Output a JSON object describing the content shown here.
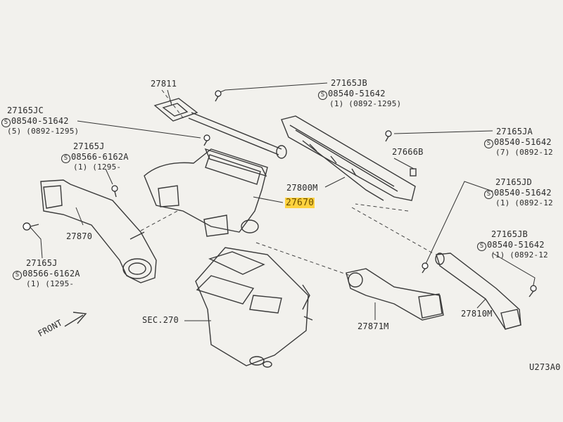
{
  "diagram": {
    "callouts": {
      "p27811": "27811",
      "jb_top_code": "27165JB",
      "jb_top_spec": "08540-51642",
      "jb_top_qty": "(1) (0892-1295)",
      "jc_code": "27165JC",
      "jc_spec": "08540-51642",
      "jc_qty": "(5) (0892-1295)",
      "ja_code": "27165JA",
      "ja_spec": "08540-51642",
      "ja_qty": "(7) (0892-12",
      "j_upper_code": "27165J",
      "j_upper_spec": "08566-6162A",
      "j_upper_qty": "(1) (1295-",
      "p27666b": "27666B",
      "p27800m": "27800M",
      "p27670": "27670",
      "jd_code": "27165JD",
      "jd_spec": "08540-51642",
      "jd_qty": "(1) (0892-12",
      "p27870": "27870",
      "jb_mid_code": "27165JB",
      "jb_mid_spec": "08540-51642",
      "jb_mid_qty": "(1) (0892-12",
      "j_lower_code": "27165J",
      "j_lower_spec": "08566-6162A",
      "j_lower_qty": "(1) (1295-",
      "sec": "SEC.270",
      "p27871m": "27871M",
      "p27810m": "27810M",
      "front": "FRONT",
      "fig_id": "U273A0"
    },
    "symbol_s": "S",
    "highlight_color": "#ffd23f"
  }
}
